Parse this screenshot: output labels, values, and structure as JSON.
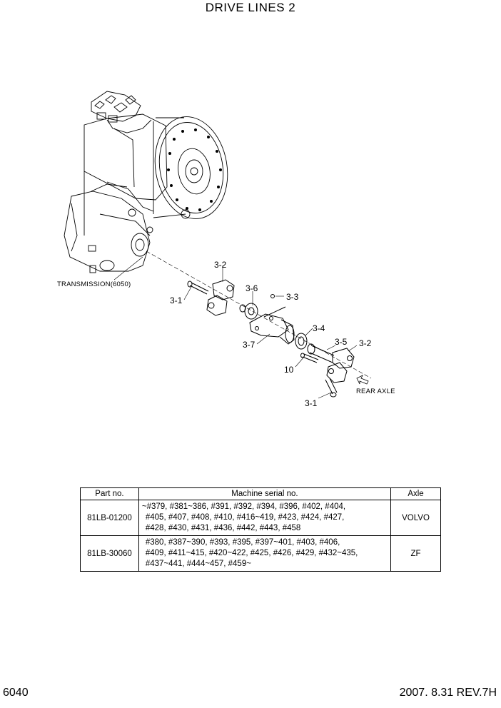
{
  "title": "DRIVE LINES 2",
  "callouts": {
    "c3_2_top": "3-2",
    "c3_1_left": "3-1",
    "c3_6": "3-6",
    "c3_3": "3-3",
    "c3_7": "3-7",
    "c3_4": "3-4",
    "c3_5": "3-5",
    "c3_2_right": "3-2",
    "c10": "10",
    "c3_1_bottom": "3-1",
    "transmission": "TRANSMISSION(6050)",
    "rear_axle": "REAR AXLE"
  },
  "table": {
    "headers": [
      "Part no.",
      "Machine serial no.",
      "Axle"
    ],
    "rows": [
      {
        "part_no": "81LB-01200",
        "serial_lines": [
          "~#379, #381~386, #391, #392, #394, #396, #402, #404,",
          "#405, #407, #408, #410, #416~419, #423, #424, #427,",
          "#428, #430, #431, #436, #442, #443, #458"
        ],
        "axle": "VOLVO"
      },
      {
        "part_no": "81LB-30060",
        "serial_lines": [
          "#380, #387~390, #393, #395, #397~401, #403, #406,",
          "#409, #411~415, #420~422, #425, #426, #429, #432~435,",
          "#437~441, #444~457, #459~"
        ],
        "axle": "ZF"
      }
    ]
  },
  "footer": {
    "page_number": "6040",
    "date_rev": "2007. 8.31  REV.7H"
  }
}
